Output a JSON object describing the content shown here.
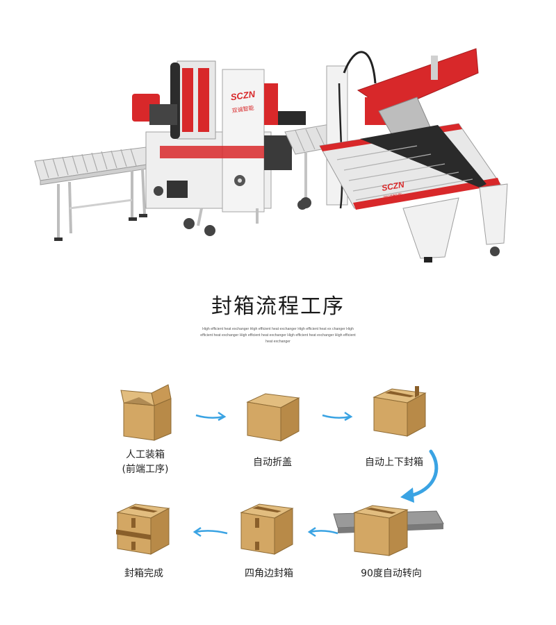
{
  "brand": {
    "logo": "SCZN",
    "name_cn": "双诚智能"
  },
  "title": "封箱流程工序",
  "subtitle": "High efficient heat exchanger High efficient heat exchanger High efficient heat ex changer High efficient heat exchanger High efficient heat exchanger High efficient heat exchanger High efficient heat exchanger",
  "steps": [
    {
      "label": "人工装箱",
      "label2": "(前端工序)"
    },
    {
      "label": "自动折盖"
    },
    {
      "label": "自动上下封箱"
    },
    {
      "label": "90度自动转向"
    },
    {
      "label": "四角边封箱"
    },
    {
      "label": "封箱完成"
    }
  ],
  "colors": {
    "accent_red": "#d8282a",
    "machine_white": "#f2f2f2",
    "carton": "#d3a764",
    "arrow_blue": "#3aa3e3"
  }
}
